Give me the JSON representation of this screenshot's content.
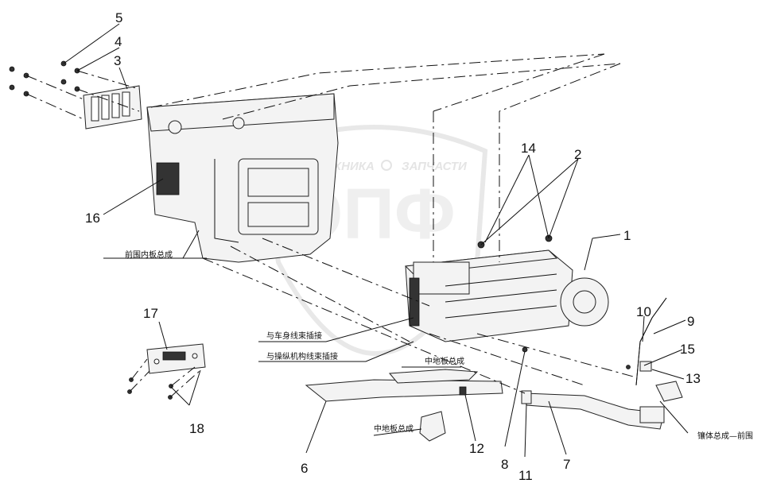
{
  "watermark": {
    "left_text": "ТЕХНИКА",
    "right_text": "ЗАПЧАСТИ",
    "logo_text": "ЭПФ"
  },
  "callouts": [
    "1",
    "2",
    "3",
    "4",
    "5",
    "6",
    "7",
    "8",
    "9",
    "10",
    "11",
    "12",
    "13",
    "14",
    "15",
    "16",
    "17",
    "18"
  ],
  "labels": {
    "front_inner_panel": "前围内板总成",
    "body_harness": "与车身线束插接",
    "control_harness": "与操纵机构线束插接",
    "center_floor_top": "中地板总成",
    "center_floor_bottom": "中地板总成",
    "body_front": "镶体总成—前围"
  },
  "colors": {
    "line": "#111111",
    "watermark": "#cfcfcf"
  }
}
